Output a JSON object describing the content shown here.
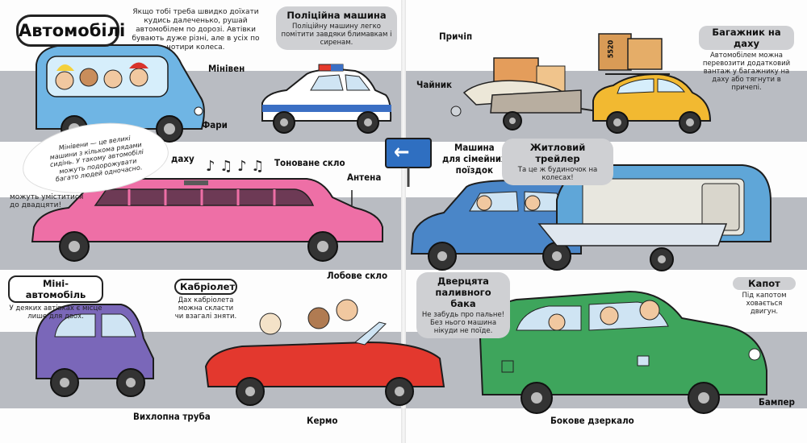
{
  "page": {
    "title": "Автомобілі",
    "intro": "Якщо тобі треба швидко доїхати кудись далеченько, рушай автомобілем по дорозі. Автівки бувають дуже різні, але в усіх по чотири колеса."
  },
  "labels": {
    "minivan": "Мінівен",
    "headlights": "Фари",
    "roof_partial": "даху",
    "tinted_glass": "Тоноване скло",
    "antenna": "Антена",
    "trailer": "Причіп",
    "kettle": "Чайник",
    "family_car": "Машина\nдля сімейних\nпоїздок",
    "windshield": "Лобове скло",
    "exhaust": "Вихлопна труба",
    "steering": "Кермо",
    "side_mirror": "Бокове дзеркало",
    "bumper": "Бампер"
  },
  "bubbles": {
    "police": {
      "head": "Поліційна машина",
      "text": "Поліційну машину легко помітити завдяки блимавкам і сиренам."
    },
    "roof_rack": {
      "head": "Багажник на даху",
      "text": "Автомобілем можна перевозити додатковий вантаж у багажнику на даху або тягнути в причепі."
    },
    "caravan": {
      "head": "Житловий трейлер",
      "text": "Та це ж будиночок на колесах!"
    },
    "fuel": {
      "head": "Дверцята паливного бака",
      "text": "Не забудь про пальне! Без нього машина нікуди не поїде."
    },
    "hood": {
      "head": "Капот",
      "text": "Під капотом ховається двигун."
    },
    "convertible": {
      "head": "Кабріолет",
      "text": "Дах кабріолета можна скласти чи взагалі зняти."
    },
    "mini": {
      "head": "Міні-автомобіль",
      "text": "У деяких автівках є місце лише для двох."
    }
  },
  "notes": {
    "limo_fit": "можуть уміститися до двадцяти!",
    "minivan_speech": "Мінівени — це великі машини з кількома рядами сидінь. У такому автомобілі можуть подорожувати багато людей одночасно."
  },
  "sign": {
    "symbol": "←"
  },
  "caravan_plate": "5520",
  "colors": {
    "road": "#b9bcc2",
    "minivan": "#6fb5e4",
    "police": "#ffffff",
    "yellow_car": "#f2b931",
    "limo": "#ee6fa6",
    "blue_car": "#4a86c8",
    "caravan": "#5fa6d8",
    "mini": "#7a67b9",
    "red_car": "#e3382e",
    "green_car": "#3ea55c",
    "bubble": "#cfd0d3"
  }
}
